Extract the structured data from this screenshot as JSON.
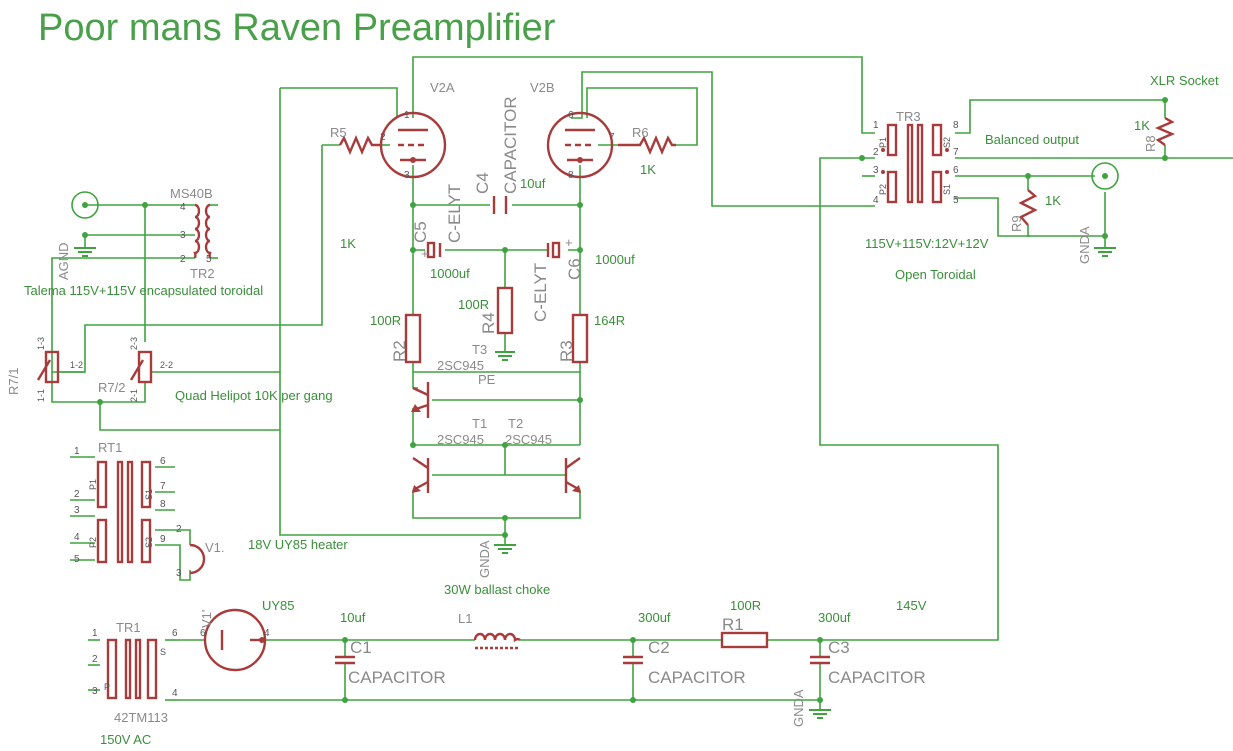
{
  "title": "Poor mans Raven Preamplifier",
  "tubes": {
    "v2a": "V2A",
    "v2b": "V2B",
    "v1": "V1.",
    "v1p": "V1'",
    "uy85": "UY85"
  },
  "transformers": {
    "tr1": "TR1",
    "tr1_part": "42TM113",
    "tr1_pins": [
      "1",
      "2",
      "3",
      "6",
      "4"
    ],
    "tr1_p": "P",
    "tr1_s": "S",
    "tr2": "TR2",
    "tr2_part": "MS40B",
    "tr2_pins": [
      "4",
      "3",
      "2",
      "5"
    ],
    "tr3": "TR3",
    "tr3_pins": [
      "1",
      "2",
      "3",
      "4",
      "8",
      "7",
      "6",
      "5"
    ],
    "tr3_coils": [
      "P1",
      "P2",
      "S2",
      "S1"
    ],
    "rt1": "RT1",
    "rt1_pins": [
      "1",
      "2",
      "3",
      "4",
      "5",
      "6",
      "7",
      "8",
      "9"
    ],
    "rt1_coils": [
      "P1",
      "P2",
      "S1",
      "S2"
    ],
    "tube_pins": [
      "1",
      "2",
      "3",
      "6",
      "7",
      "8"
    ],
    "heater_pins": [
      "2",
      "3"
    ],
    "uy_pins": [
      "6",
      "4"
    ]
  },
  "components": {
    "r1": "R1",
    "r1_value": "100R",
    "r2": "R2",
    "r2_value": "100R",
    "r3": "R3",
    "r3_value": "164R",
    "r4": "R4",
    "r4_value": "100R",
    "r5": "R5",
    "r5_value": "1K",
    "r6": "R6",
    "r6_value": "1K",
    "r8": "R8",
    "r8_value": "1K",
    "r9": "R9",
    "r9_value": "1K",
    "c1": "C1",
    "c1_value": "10uf",
    "c1_type": "CAPACITOR",
    "c2": "C2",
    "c2_value": "300uf",
    "c2_type": "CAPACITOR",
    "c3": "C3",
    "c3_value": "300uf",
    "c3_type": "CAPACITOR",
    "c4": "C4",
    "c4_value": "10uf",
    "c4_type": "CAPACITOR",
    "c5": "C5",
    "c5_value": "1000uf",
    "c5_type": "C-ELYT",
    "c6": "C6",
    "c6_value": "1000uf",
    "c6_type": "C-ELYT",
    "l1": "L1",
    "t1": "T1",
    "t1_part": "2SC945",
    "t2": "T2",
    "t2_part": "2SC945",
    "t3": "T3",
    "t3_part": "2SC945",
    "r71": "R7/1",
    "r72": "R7/2",
    "pot_pins": [
      "1-3",
      "1-2",
      "1-1",
      "2-3",
      "2-2",
      "2-1"
    ],
    "plus": "+"
  },
  "notes": {
    "xlr": "XLR Socket",
    "balanced": "Balanced output",
    "tr3_spec": "115V+115V:12V+12V",
    "open_toroidal": "Open Toroidal",
    "talema": "Talema 115V+115V encapsulated toroidal",
    "helipot": "Quad Helipot 10K per gang",
    "heater": "18V UY85 heater",
    "choke": "30W ballast choke",
    "hv": "145V",
    "ac": "150V AC"
  },
  "grounds": {
    "agnd": "AGND",
    "gnda": "GNDA",
    "pe": "PE"
  }
}
